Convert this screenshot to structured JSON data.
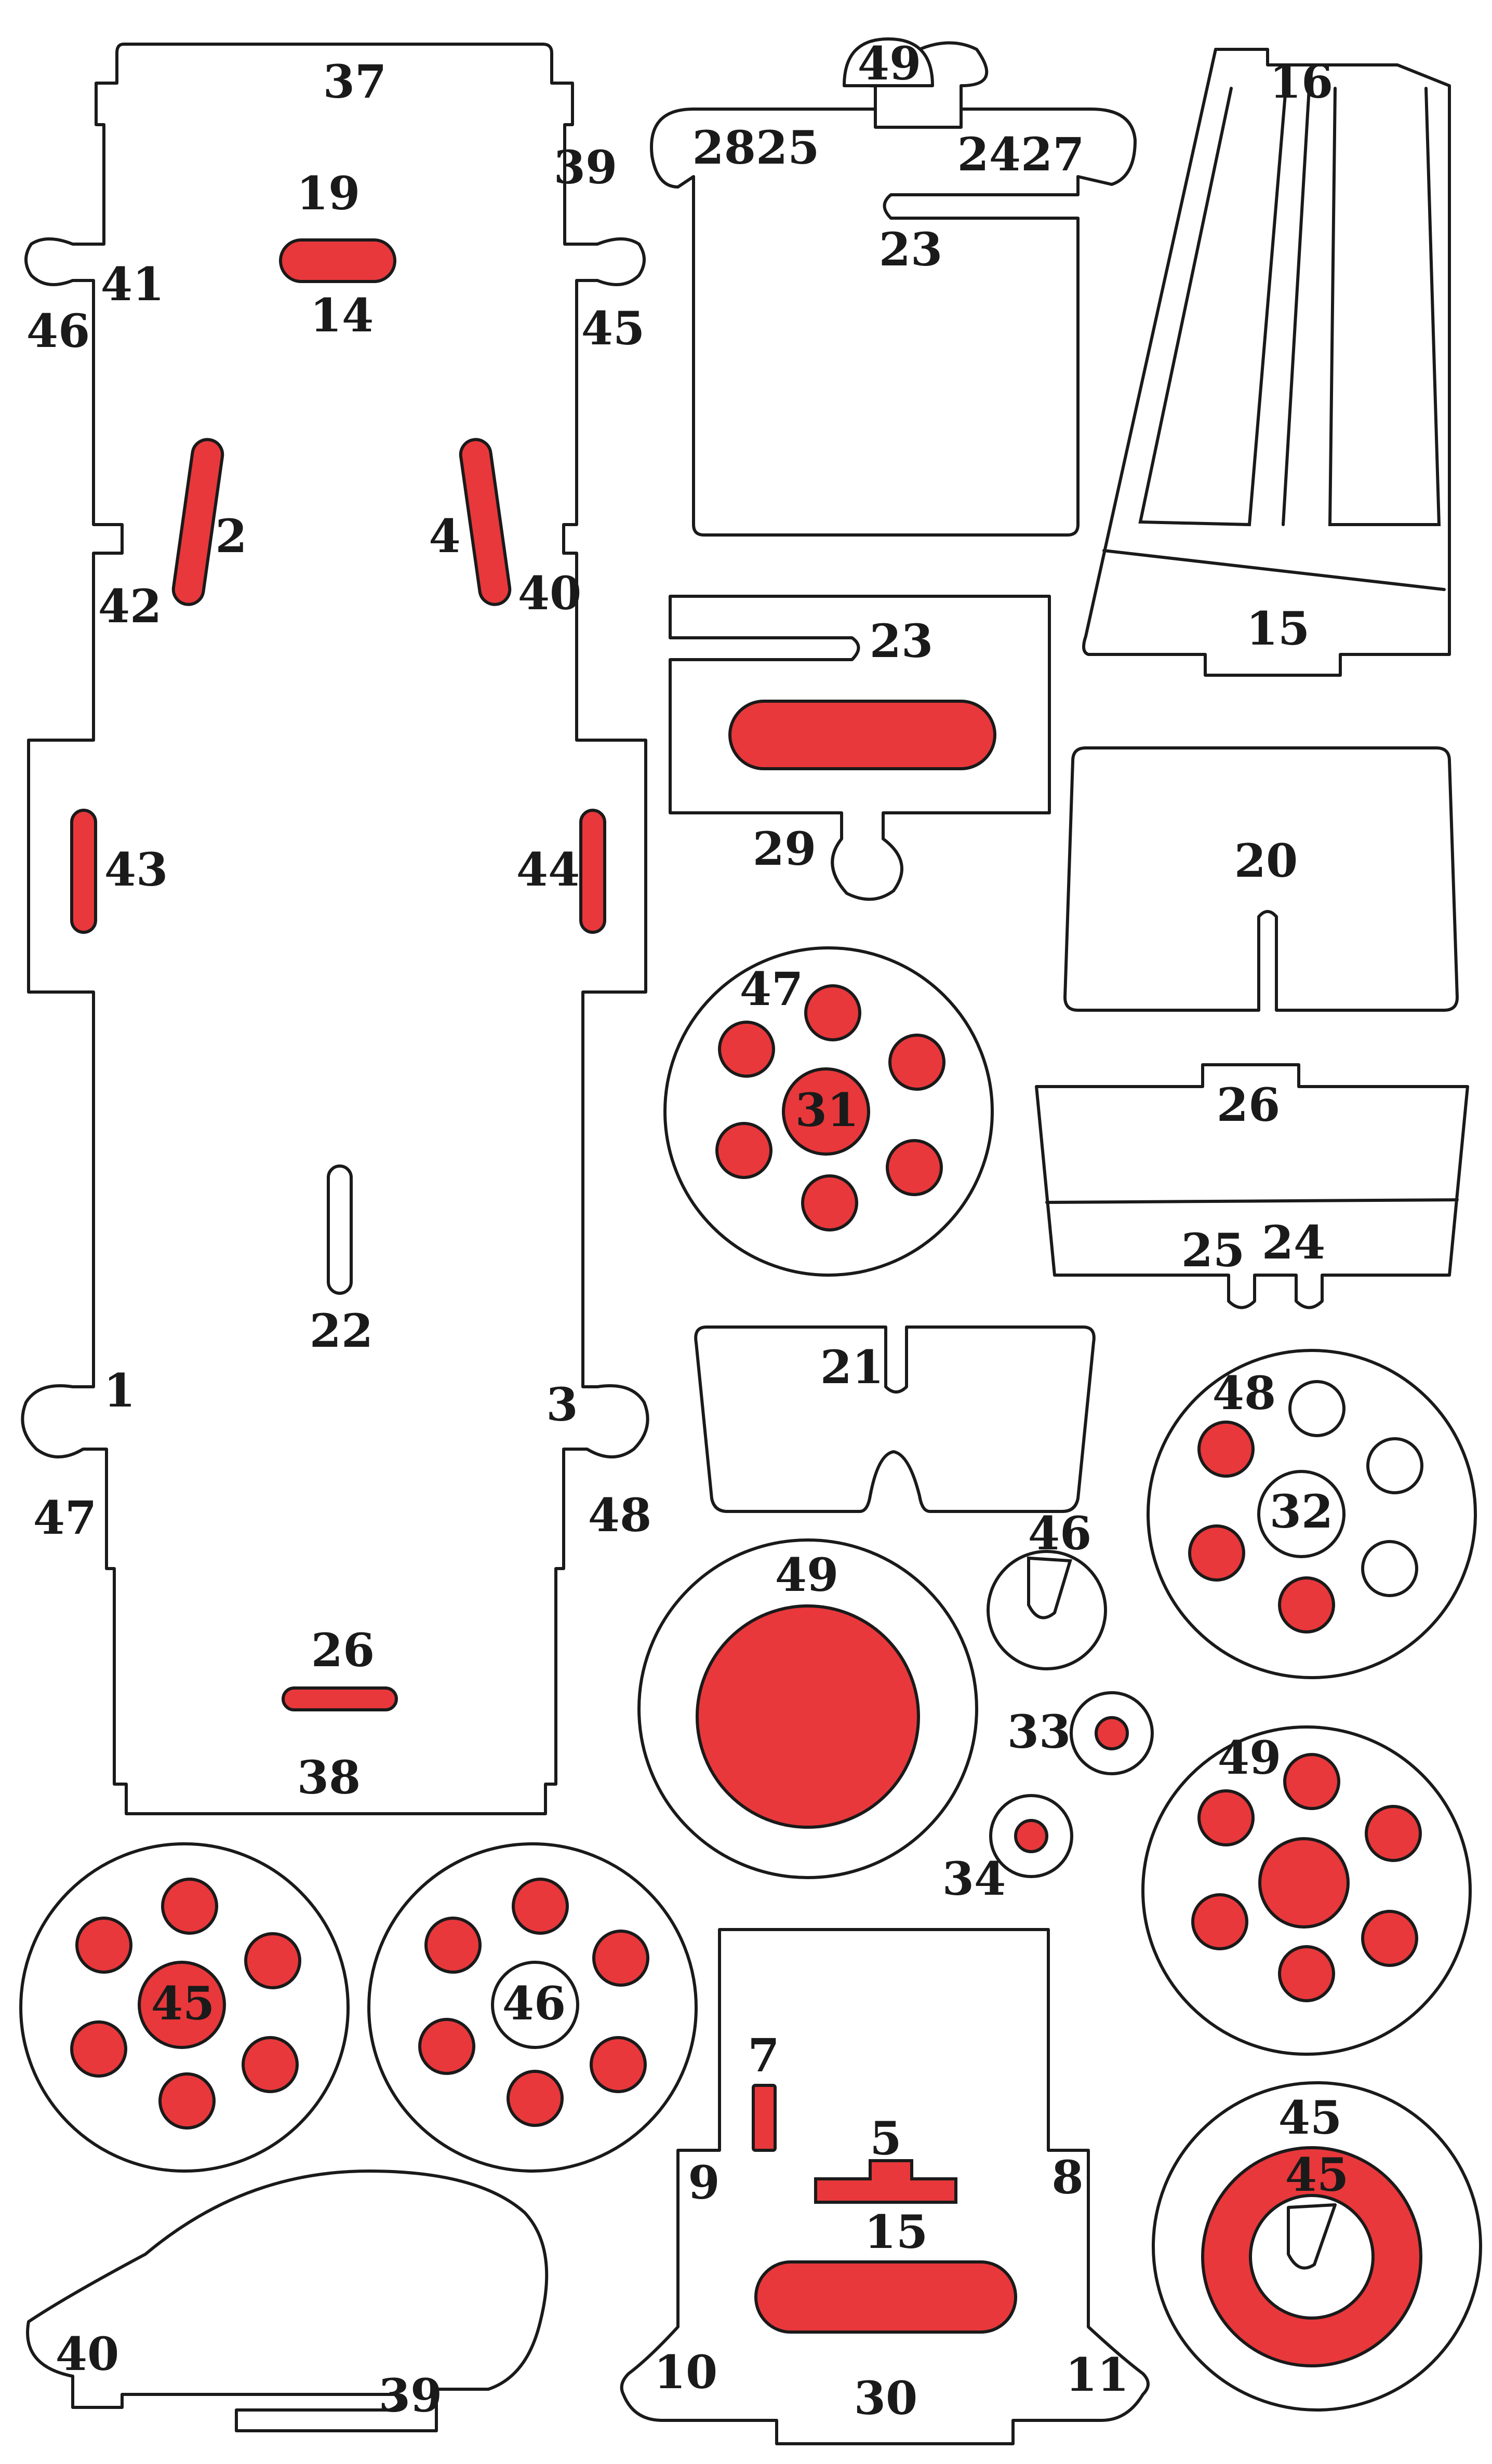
{
  "colors": {
    "fill_red": "#e8383b",
    "outline": "#1a1a1a",
    "paper": "#ffffff"
  },
  "chassis": {
    "labels": {
      "top": "37",
      "bottom": "38",
      "tab_top_left": "41",
      "tab_top_left_under": "46",
      "tab_top_right": "39",
      "tab_top_right_under": "45",
      "notch_left": "42",
      "notch_right": "40",
      "tab_bottom_left": "1",
      "tab_bottom_left_under": "47",
      "tab_bottom_right": "3",
      "tab_bottom_right_under": "48"
    },
    "slots": [
      {
        "above": "19",
        "below": "14"
      },
      {
        "side": "2"
      },
      {
        "side": "4"
      },
      {
        "side": "43"
      },
      {
        "side": "44"
      },
      {
        "below": "22"
      },
      {
        "above": "26"
      }
    ]
  },
  "hood_panel": {
    "labels": {
      "knob": "49",
      "left": "2825",
      "right": "2427",
      "slot": "23"
    }
  },
  "grille": {
    "labels": {
      "top": "16",
      "bottom": "15"
    }
  },
  "seat_panel": {
    "labels": {
      "slot": "23",
      "tab": "29"
    }
  },
  "dash": {
    "labels": {
      "center": "20"
    }
  },
  "wheel_31": {
    "labels": {
      "ring": "47",
      "hub": "31"
    }
  },
  "bumper": {
    "labels": {
      "top": "26",
      "bottom_left": "25",
      "bottom_right": "24"
    }
  },
  "floor_21": {
    "labels": {
      "slot": "21"
    }
  },
  "wheel_32": {
    "labels": {
      "ring": "48",
      "hub": "32"
    }
  },
  "disc_49": {
    "labels": {
      "ring": "49"
    }
  },
  "washer_46": {
    "labels": {
      "ring": "46"
    }
  },
  "washer_33": {
    "labels": {
      "ring": "33"
    }
  },
  "washer_34": {
    "labels": {
      "ring": "34"
    }
  },
  "wheel_49b": {
    "labels": {
      "ring": "49"
    }
  },
  "wheel_45": {
    "labels": {
      "hub": "45"
    }
  },
  "wheel_46": {
    "labels": {
      "hub": "46"
    }
  },
  "fender": {
    "labels": {
      "left": "40",
      "right": "39"
    }
  },
  "rear_panel": {
    "labels": {
      "slot_7": "7",
      "slot_5": "5",
      "slot_15": "15",
      "left": "9",
      "right": "8",
      "bottom_left": "10",
      "bottom_right": "11",
      "bottom": "30"
    }
  },
  "steering_wheel": {
    "labels": {
      "outer": "45",
      "inner": "45"
    }
  }
}
